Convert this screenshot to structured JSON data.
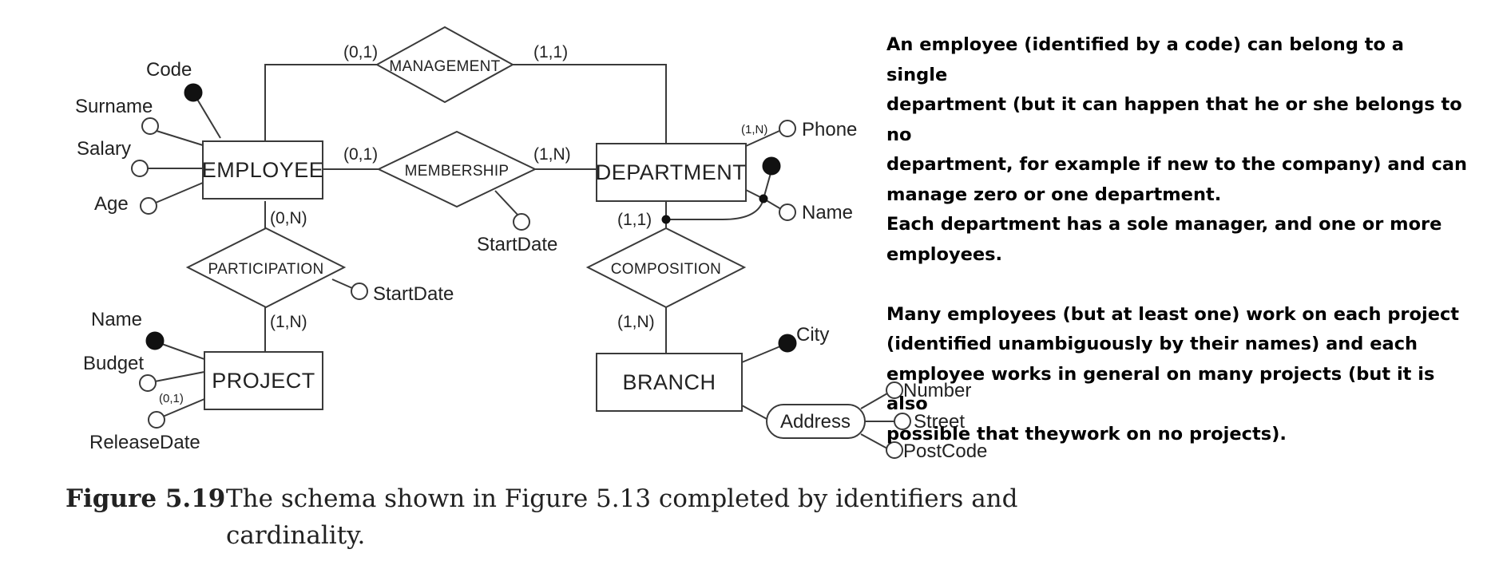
{
  "entities": {
    "employee": "EMPLOYEE",
    "department": "DEPARTMENT",
    "project": "PROJECT",
    "branch": "BRANCH"
  },
  "relationships": {
    "management": "MANAGEMENT",
    "membership": "MEMBERSHIP",
    "participation": "PARTICIPATION",
    "composition": "COMPOSITION"
  },
  "attributes": {
    "code": "Code",
    "surname": "Surname",
    "salary": "Salary",
    "age": "Age",
    "phone": "Phone",
    "dept_name": "Name",
    "membership_startdate": "StartDate",
    "participation_startdate": "StartDate",
    "project_name": "Name",
    "budget": "Budget",
    "release_date": "ReleaseDate",
    "city": "City",
    "address": "Address",
    "number": "Number",
    "street": "Street",
    "postcode": "PostCode"
  },
  "cardinalities": {
    "management_employee": "(0,1)",
    "management_department": "(1,1)",
    "membership_employee": "(0,1)",
    "membership_department": "(1,N)",
    "participation_employee": "(0,N)",
    "participation_project": "(1,N)",
    "composition_department": "(1,1)",
    "composition_branch": "(1,N)",
    "phone": "(1,N)",
    "release_date": "(0,1)"
  },
  "caption": {
    "label": "Figure 5.19",
    "line1": "The schema shown in Figure 5.13 completed by identifiers and",
    "line2": "cardinality."
  },
  "notes": {
    "p1_line1": "An employee (identified by a code) can belong to a single",
    "p1_line2": "department (but it can happen that he or she belongs to no",
    "p1_line3": "department, for example if new to the company) and can",
    "p1_line4": "manage zero or one department.",
    "p2_line1": "Each department has a sole manager, and one or more",
    "p2_line2": "employees.",
    "p3_line1": "Many employees (but at least one) work on each project",
    "p3_line2": "(identified unambiguously by their names) and each",
    "p3_line3": "employee works in general on many projects (but it is also",
    "p3_line4": "possible that theywork on no projects)."
  }
}
